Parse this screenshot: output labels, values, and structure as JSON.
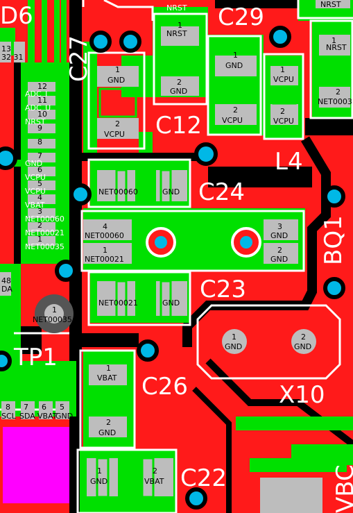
{
  "colors": {
    "copper_top": "#ff1a1a",
    "copper_alt": "#00e000",
    "pad": "#bdbdbd",
    "silkscreen": "#ffffff",
    "via": "#00b8e6",
    "keepout": "#ff00ff",
    "background": "#000000"
  },
  "refdes": {
    "d6": "D6",
    "c27": "C27",
    "c29": "C29",
    "c12": "C12",
    "l4": "L4",
    "c24": "C24",
    "bq1": "BQ1",
    "c23": "C23",
    "tp1": "TP1",
    "c26": "C26",
    "x10": "X10",
    "c22": "C22",
    "vbc": "VBC"
  },
  "pads": {
    "c29_top_net": "NRST",
    "topright_net": "NRST",
    "c12_p1": "1",
    "c12_p1_net": "NRST",
    "c12_p2": "2",
    "c12_p2_net": "GND",
    "c27_p1": "1",
    "c27_p1_net": "GND",
    "c27_p2": "2",
    "c27_p2_net": "VCPU",
    "c29_p1": "1",
    "c29_p1_net": "GND",
    "c29_p2": "2",
    "c29_p2_net": "VCPU",
    "l4_p1": "1",
    "l4_p1_net": "VCPU",
    "l4_p2": "2",
    "l4_p2_net": "VCPU",
    "r_top_p1": "1",
    "r_top_p1_net": "NRST",
    "r_top_p2": "2",
    "r_top_p2_net": "NET0003",
    "c24_p1_net": "NET00060",
    "c24_p2_net": "GND",
    "bq1_p4": "4",
    "bq1_p4_net": "NET00060",
    "bq1_p1": "1",
    "bq1_p1_net": "NET00021",
    "bq1_p3": "3",
    "bq1_p3_net": "GND",
    "bq1_p2": "2",
    "bq1_p2_net": "GND",
    "c23_p1_net": "NET00021",
    "c23_p2_net": "GND",
    "tp1_p1": "1",
    "tp1_p1_net": "NET00035",
    "x10_p1": "1",
    "x10_p1_net": "GND",
    "x10_p2": "2",
    "x10_p2_net": "GND",
    "c26_p1": "1",
    "c26_p1_net": "VBAT",
    "c26_p2": "2",
    "c26_p2_net": "GND",
    "c22_p1": "1",
    "c22_p1_net": "GND",
    "c22_p2": "2",
    "c22_p2_net": "VBAT"
  },
  "ic_pins": {
    "top_numbers": "13",
    "top_numbers2": "32 31",
    "left_column": [
      {
        "num": "12",
        "net": "ADC_I"
      },
      {
        "num": "11",
        "net": "ADC_U"
      },
      {
        "num": "10",
        "net": "NRST"
      },
      {
        "num": "9",
        "net": ""
      },
      {
        "num": "8",
        "net": ""
      },
      {
        "num": "7",
        "net": "GND"
      },
      {
        "num": "6",
        "net": "VCPU"
      },
      {
        "num": "5",
        "net": "VCPU"
      },
      {
        "num": "4",
        "net": "VBAT"
      },
      {
        "num": "3",
        "net": "NET00060"
      },
      {
        "num": "2",
        "net": "NET00021"
      },
      {
        "num": "1",
        "net": "NET00035"
      }
    ],
    "side_48": "48",
    "side_da": "DA",
    "bottom_numbers": [
      "8",
      "7",
      "6",
      "5"
    ],
    "bottom_nets": [
      "SCL",
      "SDA",
      "VBAT",
      "GND"
    ]
  }
}
